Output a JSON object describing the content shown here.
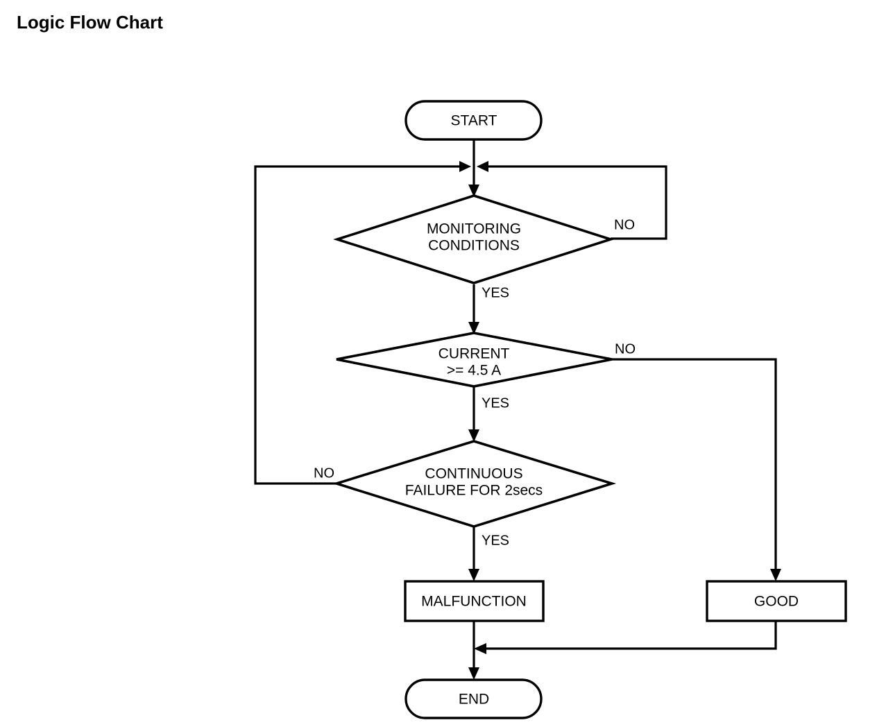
{
  "page": {
    "title": "Logic Flow Chart",
    "background_color": "#ffffff",
    "ink_color": "#000000"
  },
  "chart_data": {
    "type": "diagram",
    "diagram_kind": "flowchart",
    "title": "Logic Flow Chart",
    "orientation": "top-to-bottom",
    "nodes": [
      {
        "id": "start",
        "shape": "stadium",
        "label": "START"
      },
      {
        "id": "monitoring",
        "shape": "diamond",
        "label_line1": "MONITORING",
        "label_line2": "CONDITIONS"
      },
      {
        "id": "current",
        "shape": "diamond",
        "label_line1": "CURRENT",
        "label_line2": ">= 4.5 A"
      },
      {
        "id": "continuous",
        "shape": "diamond",
        "label_line1": "CONTINUOUS",
        "label_line2": "FAILURE FOR 2secs"
      },
      {
        "id": "malfunction",
        "shape": "rectangle",
        "label": "MALFUNCTION"
      },
      {
        "id": "good",
        "shape": "rectangle",
        "label": "GOOD"
      },
      {
        "id": "end",
        "shape": "stadium",
        "label": "END"
      }
    ],
    "edges": [
      {
        "from": "start",
        "to": "monitoring",
        "label": ""
      },
      {
        "from": "monitoring",
        "to": "start-junction",
        "label": "NO",
        "route": "right-loop-up"
      },
      {
        "from": "monitoring",
        "to": "current",
        "label": "YES"
      },
      {
        "from": "current",
        "to": "good",
        "label": "NO",
        "route": "right-down"
      },
      {
        "from": "current",
        "to": "continuous",
        "label": "YES"
      },
      {
        "from": "continuous",
        "to": "start-junction",
        "label": "NO",
        "route": "left-loop-up"
      },
      {
        "from": "continuous",
        "to": "malfunction",
        "label": "YES"
      },
      {
        "from": "malfunction",
        "to": "end",
        "label": ""
      },
      {
        "from": "good",
        "to": "end",
        "label": "",
        "route": "down-left-merge"
      }
    ]
  },
  "labels": {
    "start": "START",
    "end": "END",
    "malfunction": "MALFUNCTION",
    "good": "GOOD",
    "monitoring_l1": "MONITORING",
    "monitoring_l2": "CONDITIONS",
    "current_l1": "CURRENT",
    "current_l2": ">= 4.5 A",
    "continuous_l1": "CONTINUOUS",
    "continuous_l2": "FAILURE FOR 2secs",
    "no_monitoring": "NO",
    "yes_monitoring": "YES",
    "no_current": "NO",
    "yes_current": "YES",
    "no_continuous": "NO",
    "yes_continuous": "YES"
  }
}
